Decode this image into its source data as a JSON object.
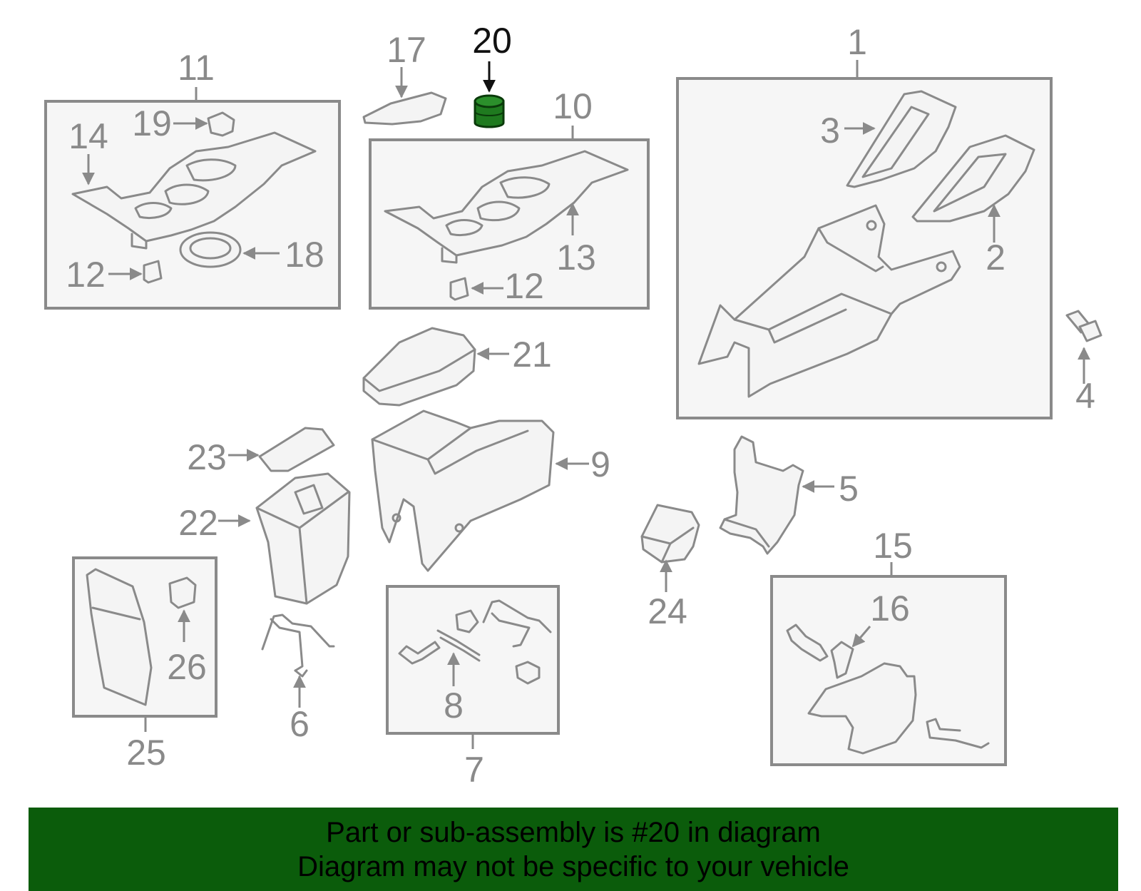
{
  "colors": {
    "line": "#8a8a8a",
    "highlight_part": "#1f7a1f",
    "highlight_label": "#111111",
    "banner_bg": "#0b5c0b",
    "banner_text": "#000000"
  },
  "highlighted_part": "20",
  "callouts": {
    "c1": "1",
    "c2": "2",
    "c3": "3",
    "c4": "4",
    "c5": "5",
    "c6": "6",
    "c7": "7",
    "c8": "8",
    "c9": "9",
    "c10": "10",
    "c11": "11",
    "c12a": "12",
    "c12b": "12",
    "c13": "13",
    "c14": "14",
    "c15": "15",
    "c16": "16",
    "c17": "17",
    "c18": "18",
    "c19": "19",
    "c20": "20",
    "c21": "21",
    "c22": "22",
    "c23": "23",
    "c24": "24",
    "c25": "25",
    "c26": "26"
  },
  "banner": {
    "line1": "Part or sub-assembly is #20 in diagram",
    "line2": "Diagram may not be specific to your vehicle"
  }
}
